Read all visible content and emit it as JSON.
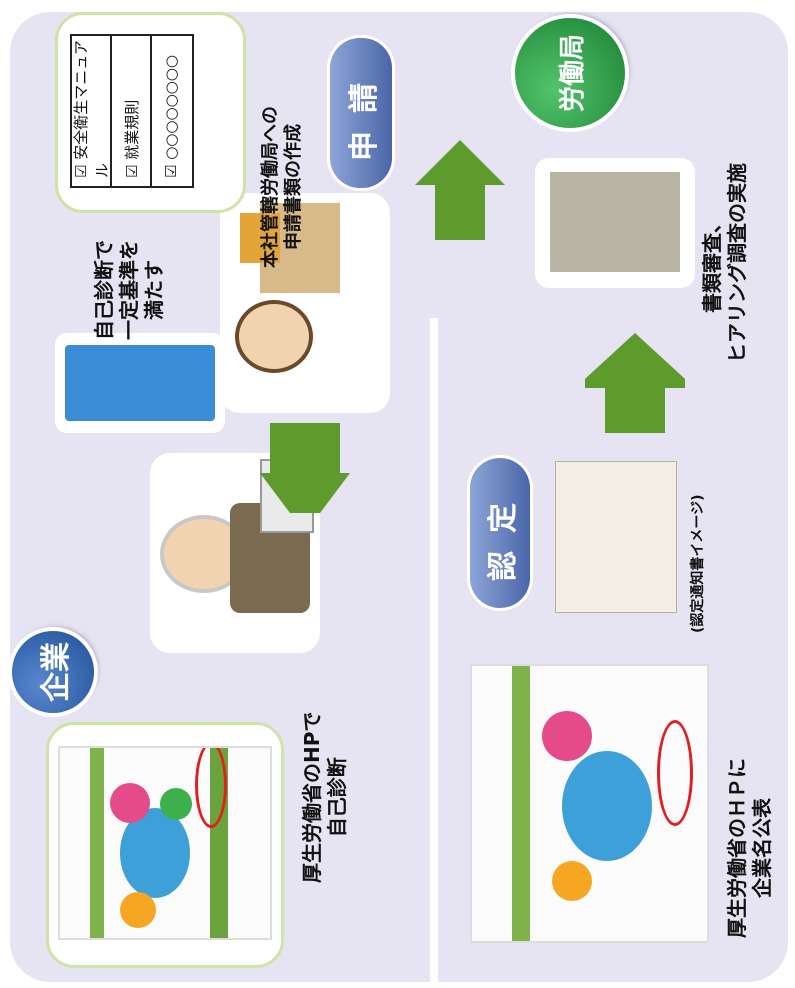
{
  "company_label": "企業",
  "labour_bureau_label": "労働局",
  "apply_label": "申請",
  "certify_label": "認定",
  "steps": {
    "self_check": "厚生労働省のHPで\n自己診断",
    "meet_standard": "自己診断で\n一定基準を\n満たす",
    "prepare_docs": "本社管轄労働局への\n申請書類の作成",
    "review": "書類審査、\nヒアリング調査の実施",
    "certificate_image": "(認定通知書イメージ)",
    "publish": "厚生労働省のＨＰに\n企業名公表"
  },
  "checklist": [
    "☑ 安全衛生マニュアル",
    "☑ 就業規則",
    "☑ ○○○○○○○○"
  ],
  "colors": {
    "panel": "#e6e4f2",
    "arrow": "#5f9a2c",
    "bureau": "#1f8b3c",
    "company": "#25569e",
    "pill": "#5a74b4"
  }
}
